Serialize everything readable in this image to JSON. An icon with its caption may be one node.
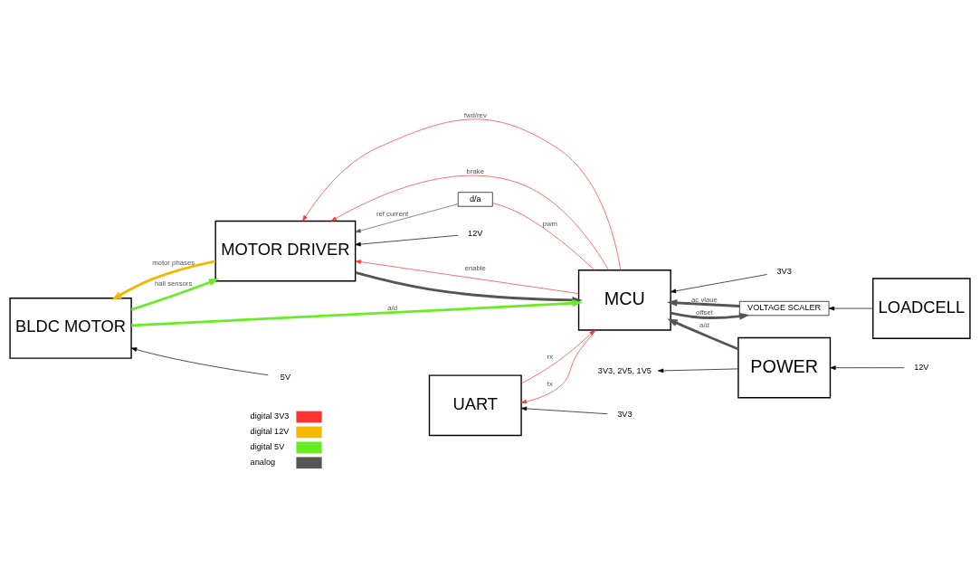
{
  "diagram": {
    "nodes": [
      {
        "text": [
          "LOADCELL"
        ]
      },
      {
        "text": [
          "VOLTAGE SCALER"
        ]
      },
      {
        "text": [
          "MOTOR DRIVER"
        ]
      },
      {
        "text": [
          "MCU"
        ]
      },
      {
        "text": [
          "POWER"
        ]
      },
      {
        "text": [
          "d/a"
        ]
      },
      {
        "text": [
          "BLDC MOTOR"
        ]
      },
      {
        "text": [
          "UART"
        ]
      },
      {
        "text": [
          "12V"
        ]
      },
      {
        "text": [
          "3V3"
        ]
      },
      {
        "text": [
          "12V"
        ]
      },
      {
        "text": [
          "5V"
        ]
      },
      {
        "text": [
          "3V3"
        ]
      },
      {
        "text": [
          "3V3, 2V5, 1V5"
        ]
      }
    ],
    "edges": [
      {
        "from": 0,
        "to": 1,
        "arrow": "to"
      },
      {
        "from": 1,
        "to": 3,
        "arrow": "to",
        "label": "ac vlaue",
        "style": "thick",
        "color": "#555555"
      },
      {
        "from": 3,
        "to": 1,
        "arrow": "to",
        "label": "offset",
        "style": "thick",
        "color": "#555555"
      },
      {
        "from": 3,
        "to": 5,
        "arrow": "none",
        "label": "pwm",
        "color": "#ff3333"
      },
      {
        "from": 5,
        "to": 2,
        "arrow": "to",
        "label": "ref current",
        "color": "#555555"
      },
      {
        "from": 3,
        "to": 2,
        "arrow": "to",
        "label": "fwd/rev",
        "color": "#ff3333"
      },
      {
        "from": 3,
        "to": 2,
        "arrow": "to",
        "label": "brake",
        "color": "#ff3333"
      },
      {
        "from": 3,
        "to": 2,
        "arrow": "to",
        "label": "enable",
        "color": "#ff3333"
      },
      {
        "from": 2,
        "to": 3,
        "arrow": "to",
        "style": "thick",
        "color": "#555555"
      },
      {
        "from": 6,
        "to": 2,
        "arrow": "to",
        "label": "hall sensors",
        "style": "thick",
        "color": "#66ee22"
      },
      {
        "from": 6,
        "to": 3,
        "arrow": "to",
        "label": "a/d",
        "style": "thick",
        "color": "#66ee22"
      },
      {
        "from": 4,
        "to": 3,
        "arrow": "to",
        "label": "a/d",
        "style": "thick",
        "color": "#555555"
      },
      {
        "from": 2,
        "to": 6,
        "arrow": "to",
        "label": "motor phases",
        "style": "thick",
        "color": "#f5b800"
      },
      {
        "from": 3,
        "to": 7,
        "arrow": "to",
        "label": "tx",
        "color": "#ff3333"
      },
      {
        "from": 7,
        "to": 3,
        "arrow": "to",
        "label": "rx",
        "color": "#ff3333"
      },
      {
        "from": 8,
        "to": 2,
        "arrow": "to"
      },
      {
        "from": 9,
        "to": 3,
        "arrow": "to"
      },
      {
        "from": 10,
        "to": 4,
        "arrow": "to"
      },
      {
        "from": 11,
        "to": 6,
        "arrow": "to"
      },
      {
        "from": 12,
        "to": 7,
        "arrow": "to"
      },
      {
        "from": 4,
        "to": 13,
        "arrow": "to"
      }
    ],
    "legend": [
      {
        "text": "digital 3V3",
        "color": "#ff3333"
      },
      {
        "text": "digital 12V",
        "color": "#f5b800"
      },
      {
        "text": "digital 5V",
        "color": "#66ee22"
      },
      {
        "text": "analog",
        "color": "#555555"
      }
    ]
  }
}
